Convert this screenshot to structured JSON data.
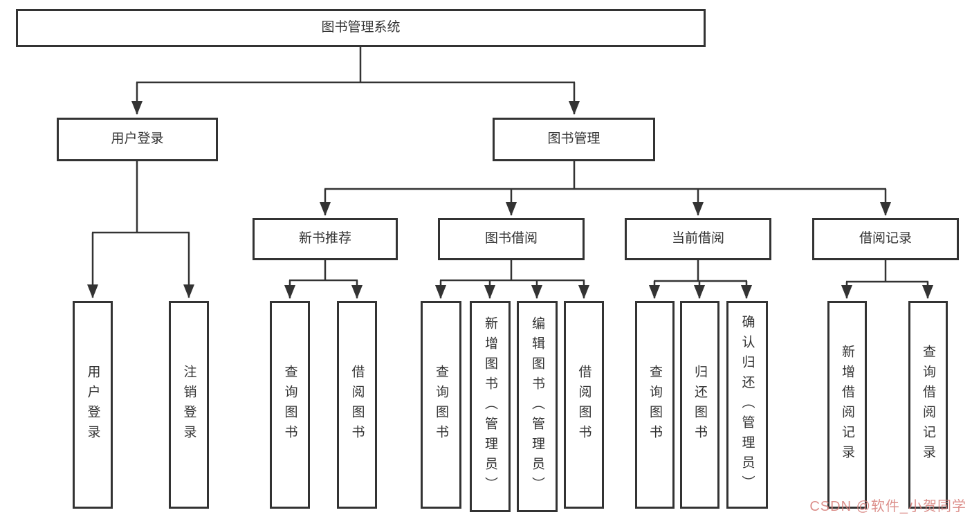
{
  "diagram": {
    "type": "hierarchy-tree",
    "line_color": "#333333",
    "box_border_color": "#333333",
    "background_color": "#ffffff"
  },
  "tree": {
    "label": "图书管理系统",
    "children": [
      {
        "label": "用户登录",
        "children": [
          {
            "label": "用户登录"
          },
          {
            "label": "注销登录"
          }
        ]
      },
      {
        "label": "图书管理",
        "children": [
          {
            "label": "新书推荐",
            "children": [
              {
                "label": "查询图书"
              },
              {
                "label": "借阅图书"
              }
            ]
          },
          {
            "label": "图书借阅",
            "children": [
              {
                "label": "查询图书"
              },
              {
                "label": "新增图书（管理员）"
              },
              {
                "label": "编辑图书（管理员）"
              },
              {
                "label": "借阅图书"
              }
            ]
          },
          {
            "label": "当前借阅",
            "children": [
              {
                "label": "查询图书"
              },
              {
                "label": "归还图书"
              },
              {
                "label": "确认归还（管理员）"
              }
            ]
          },
          {
            "label": "借阅记录",
            "children": [
              {
                "label": "新增借阅记录"
              },
              {
                "label": "查询借阅记录"
              }
            ]
          }
        ]
      }
    ]
  },
  "watermark": {
    "text": "CSDN @软件_小贺同学",
    "color": "#d67d78"
  }
}
